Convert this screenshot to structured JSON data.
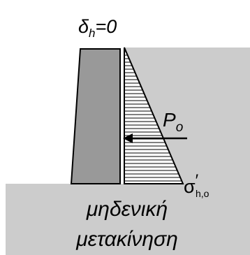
{
  "colors": {
    "soil": "#cccccc",
    "wall": "#999999",
    "stroke": "#000000"
  },
  "labels": {
    "delta": "δ",
    "delta_sub": "h",
    "delta_eq": "=0",
    "force": "P",
    "force_sub": "o",
    "sigma": "σ",
    "sigma_prime": "′",
    "sigma_sub": "h,o",
    "caption_line1": "μηδενική",
    "caption_line2": "μετακίνηση"
  }
}
